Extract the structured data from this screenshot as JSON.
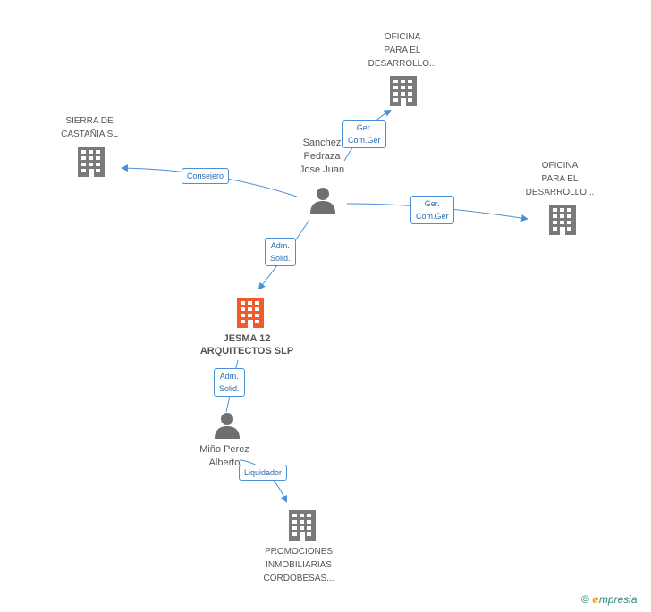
{
  "colors": {
    "edge": "#4a90d9",
    "company": "#7a7a7a",
    "main_company": "#ef5b2a",
    "person": "#6f6f6f",
    "text": "#555555"
  },
  "nodes": {
    "sierra": {
      "lines": [
        "SIERRA DE",
        "CASTAÑIA SL"
      ],
      "icon": "building-icon"
    },
    "oficina_top": {
      "lines": [
        "OFICINA",
        "PARA EL",
        "DESARROLLO..."
      ],
      "icon": "building-icon"
    },
    "oficina_right": {
      "lines": [
        "OFICINA",
        "PARA EL",
        "DESARROLLO..."
      ],
      "icon": "building-icon"
    },
    "sanchez": {
      "lines": [
        "Sanchez",
        "Pedraza",
        "Jose Juan"
      ],
      "icon": "person-icon"
    },
    "jesma": {
      "lines": [
        "JESMA 12",
        "ARQUITECTOS SLP"
      ],
      "icon": "building-icon"
    },
    "mino": {
      "lines": [
        "Miño Perez",
        "Alberto"
      ],
      "icon": "person-icon"
    },
    "promociones": {
      "lines": [
        "PROMOCIONES",
        "INMOBILIARIAS",
        "CORDOBESAS..."
      ],
      "icon": "building-icon"
    }
  },
  "edges": {
    "consejero": {
      "lines": [
        "Consejero"
      ]
    },
    "ger_top": {
      "lines": [
        "Ger.",
        "Com.Ger"
      ]
    },
    "ger_right": {
      "lines": [
        "Ger.",
        "Com.Ger"
      ]
    },
    "adm_sanchez": {
      "lines": [
        "Adm.",
        "Solid."
      ]
    },
    "adm_mino": {
      "lines": [
        "Adm.",
        "Solid."
      ]
    },
    "liquidador": {
      "lines": [
        "Liquidador"
      ]
    }
  },
  "footer": {
    "copyright": "©",
    "brand_initial": "e",
    "brand_rest": "mpresia"
  }
}
